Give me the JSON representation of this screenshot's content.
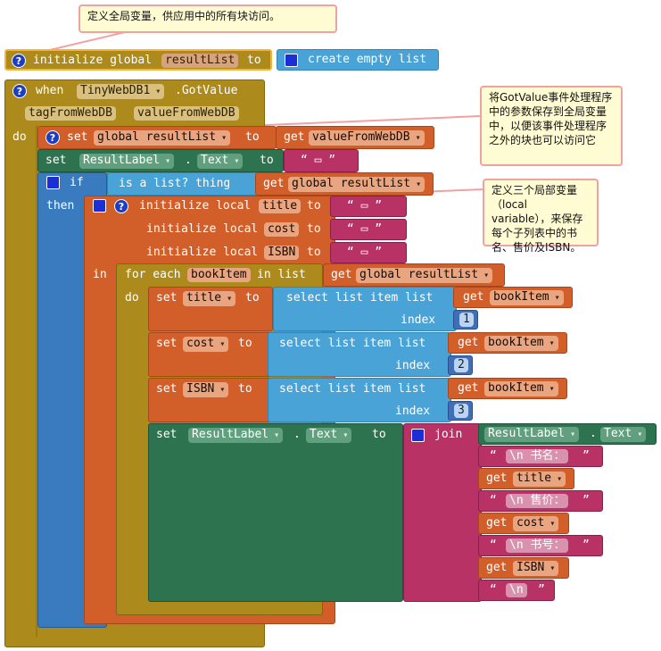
{
  "comments": {
    "global_var": "定义全局变量，供应用中的所有块访问。",
    "save_param": "将GotValue事件处理程序中的参数保存到全局变量中，以便该事件处理程序之外的块也可以访问它",
    "local_vars": "定义三个局部变量（local variable），来保存每个子列表中的书名、售价及ISBN。"
  },
  "init_global": {
    "label": "initialize global",
    "name": "resultList",
    "to": "to",
    "value": "create empty list"
  },
  "event": {
    "when": "when",
    "component": "TinyWebDB1",
    "event": ".GotValue",
    "param1": "tagFromWebDB",
    "param2": "valueFromWebDB",
    "do": "do"
  },
  "set_global": {
    "set": "set",
    "target": "global resultList",
    "to": "to",
    "get": "get",
    "value": "valueFromWebDB"
  },
  "set_label_empty": {
    "set": "set",
    "component": "ResultLabel",
    "dot": ".",
    "prop": "Text",
    "to": "to",
    "value": "“ ▭ ”"
  },
  "if_block": {
    "if": "if",
    "test": "is a list? thing",
    "get": "get",
    "value": "global resultList",
    "then": "then"
  },
  "locals": {
    "label": "initialize local",
    "to": "to",
    "names": [
      "title",
      "cost",
      "ISBN"
    ],
    "empty": "“ ▭ ”",
    "in": "in"
  },
  "for_each": {
    "label": "for each",
    "item": "bookItem",
    "in_list": "in list",
    "get": "get",
    "list": "global resultList",
    "do": "do"
  },
  "assignments": [
    {
      "set": "set",
      "var": "title",
      "to": "to",
      "select": "select list item  list",
      "get": "get",
      "item": "bookItem",
      "index_label": "index",
      "index": "1"
    },
    {
      "set": "set",
      "var": "cost",
      "to": "to",
      "select": "select list item  list",
      "get": "get",
      "item": "bookItem",
      "index_label": "index",
      "index": "2"
    },
    {
      "set": "set",
      "var": "ISBN",
      "to": "to",
      "select": "select list item  list",
      "get": "get",
      "item": "bookItem",
      "index_label": "index",
      "index": "3"
    }
  ],
  "final_set": {
    "set": "set",
    "component": "ResultLabel",
    "dot": ".",
    "prop": "Text",
    "to": "to",
    "join": "join"
  },
  "join_items": {
    "first_component": "ResultLabel",
    "first_dot": ".",
    "first_prop": "Text",
    "s1": "\\n 书名：",
    "g1": "title",
    "s2": "\\n 售价：",
    "g2": "cost",
    "s3": "\\n 书号：",
    "g3": "ISBN",
    "s4": "\\n",
    "get": "get"
  }
}
